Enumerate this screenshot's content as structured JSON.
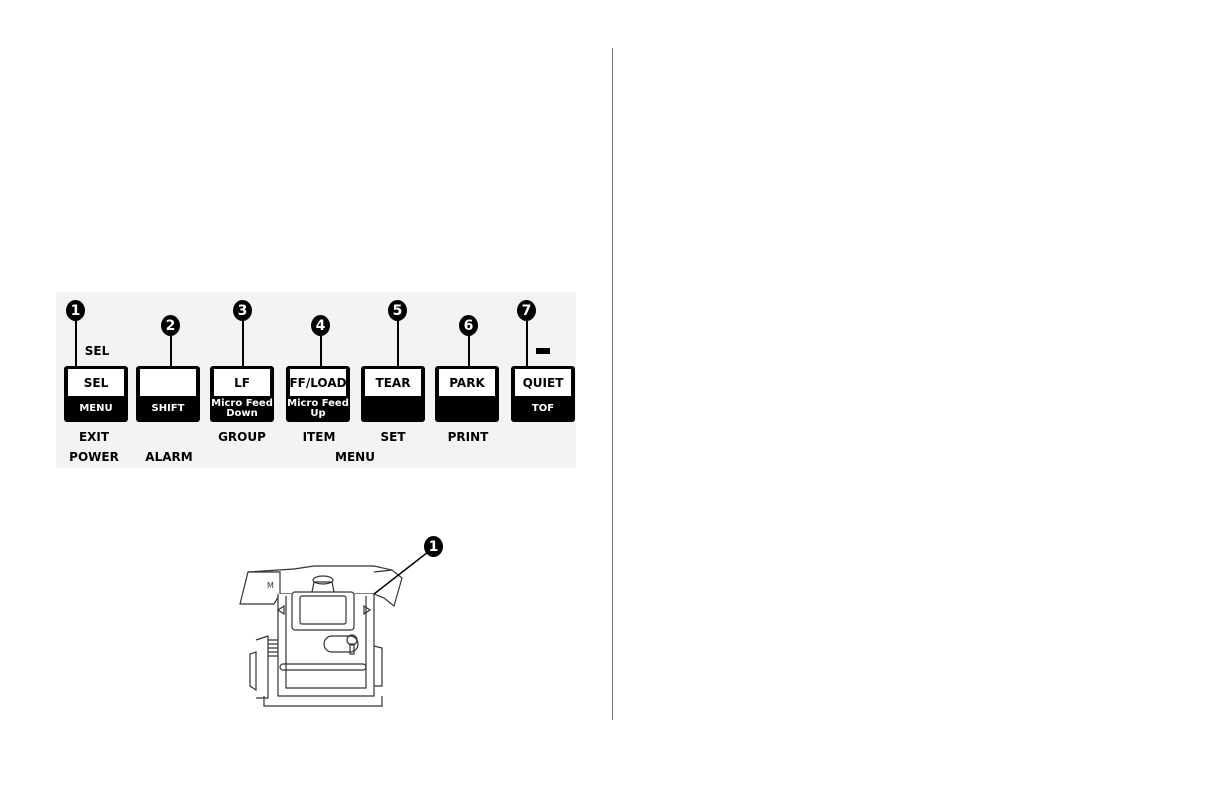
{
  "control_panel": {
    "callouts": [
      "1",
      "2",
      "3",
      "4",
      "5",
      "6",
      "7"
    ],
    "sel_indicator_label": "SEL",
    "keys": [
      {
        "top": "SEL",
        "bottom": "MENU"
      },
      {
        "top": "",
        "bottom": "SHIFT"
      },
      {
        "top": "LF",
        "bottom": "Micro Feed\nDown"
      },
      {
        "top": "FF/LOAD",
        "bottom": "Micro Feed\nUp"
      },
      {
        "top": "TEAR",
        "bottom": ""
      },
      {
        "top": "PARK",
        "bottom": ""
      },
      {
        "top": "QUIET",
        "bottom": "TOF"
      }
    ],
    "labels": {
      "exit": "EXIT",
      "power": "POWER",
      "alarm": "ALARM",
      "group": "GROUP",
      "item": "ITEM",
      "set": "SET",
      "print": "PRINT",
      "menu": "MENU"
    }
  },
  "ribbon_figure": {
    "callout": "1",
    "cartridge_letter": "M"
  }
}
